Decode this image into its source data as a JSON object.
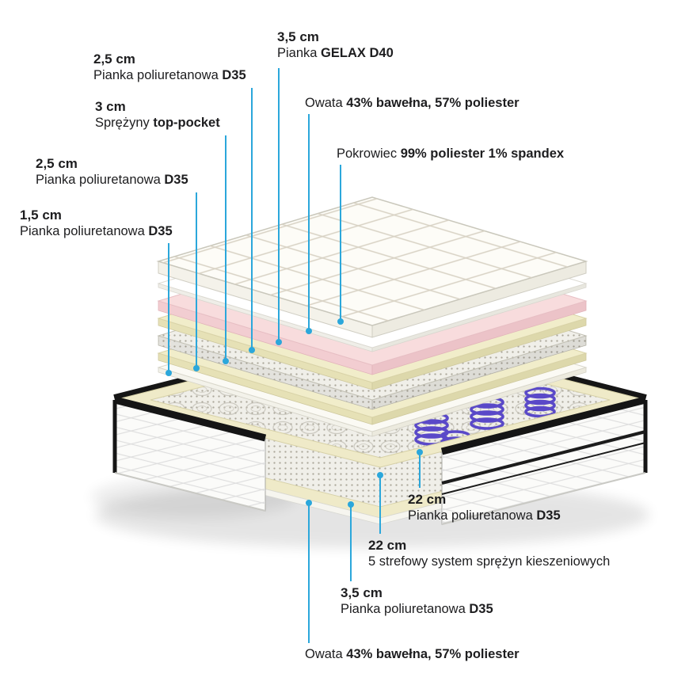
{
  "diagram": {
    "subject": "mattress-cross-section",
    "labels": {
      "foam25a": {
        "size": "2,5 cm",
        "pre": "Pianka poliuretanowa ",
        "bold": "D35"
      },
      "springs3": {
        "size": "3 cm",
        "pre": "Sprężyny ",
        "bold": "top-pocket"
      },
      "foam25b": {
        "size": "2,5 cm",
        "pre": "Pianka poliuretanowa ",
        "bold": "D35"
      },
      "foam15": {
        "size": "1,5 cm",
        "pre": "Pianka poliuretanowa ",
        "bold": "D35"
      },
      "gelax": {
        "size": "3,5 cm",
        "pre": "Pianka ",
        "bold": "GELAX D40"
      },
      "owataTop": {
        "pre": "Owata ",
        "bold": "43% bawełna, 57% poliester"
      },
      "pokrowiec": {
        "pre": "Pokrowiec ",
        "bold": "99% poliester 1% spandex"
      },
      "foam22": {
        "size": "22 cm",
        "pre": "Pianka poliuretanowa ",
        "bold": "D35"
      },
      "springs22": {
        "size": "22 cm",
        "pre": "5 strefowy system sprężyn kieszeniowych",
        "bold": ""
      },
      "foam35": {
        "size": "3,5 cm",
        "pre": "Pianka poliuretanowa ",
        "bold": "D35"
      },
      "owataBottom": {
        "pre": "Owata ",
        "bold": "43% bawełna, 57% poliester"
      }
    },
    "colors": {
      "leader": "#2BA7DB",
      "gelaxFoam": "#F8DCDD",
      "creamFoam": "#F1EDCA",
      "springCoil": "#5A49C8",
      "coverTrim": "#161616",
      "text": "#1D1D1F"
    }
  }
}
